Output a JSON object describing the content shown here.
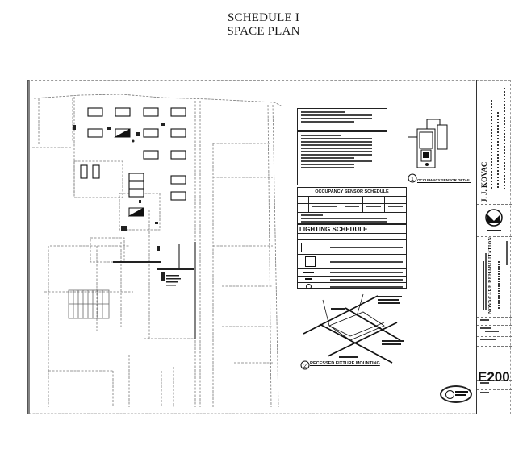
{
  "page": {
    "title_line1": "SCHEDULE I",
    "title_line2": "SPACE PLAN"
  },
  "drawing": {
    "notes_block_1": {
      "heading": "",
      "icon": "notes-icon"
    },
    "notes_block_2": {
      "heading": ""
    },
    "occupancy_schedule": {
      "heading": "OCCUPANCY SENSOR SCHEDULE"
    },
    "lighting_schedule": {
      "heading": "LIGHTING SCHEDULE",
      "symbols": [
        "2x4-fixture-symbol",
        "2x2-fixture-symbol",
        "exit-sign-symbol",
        "emergency-light-symbol",
        "downlight-symbol"
      ]
    },
    "detail_1": {
      "number": "1",
      "label": "OCCUPANCY SENSOR DETAIL"
    },
    "detail_2": {
      "number": "2",
      "label": "RECESSED FIXTURE MOUNTING"
    },
    "plan_callouts": {
      "callout_1": "",
      "callout_2": ""
    }
  },
  "title_block": {
    "firm_name": "J. J. KOVAC",
    "firm_line2": "",
    "firm_line3": "",
    "firm_line4": "",
    "project_name": "NOVACARE REHABILITATION",
    "project_line1": "",
    "project_line2": "",
    "project_address": "",
    "sheet_number": "E200",
    "logo": "firm-logo-icon",
    "stamp": "professional-seal-icon"
  }
}
